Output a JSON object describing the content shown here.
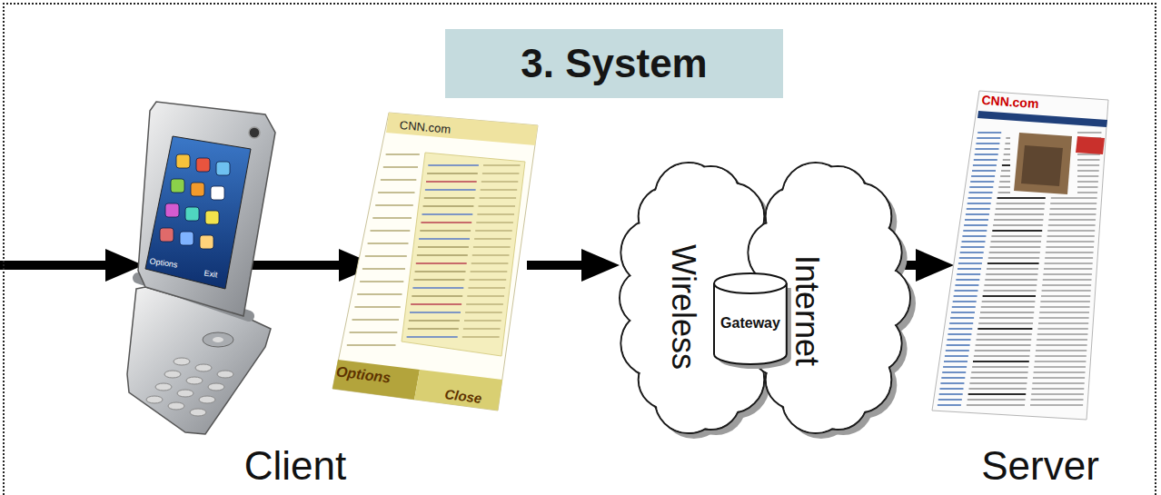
{
  "diagram": {
    "title": "3. System",
    "nodes": [
      {
        "text": [
          "Options",
          "Exit",
          "Client"
        ]
      },
      {
        "text": [
          "CNN.com",
          "Options",
          "Close"
        ]
      },
      {
        "text": [
          "Wireless"
        ]
      },
      {
        "text": [
          "Gateway"
        ]
      },
      {
        "text": [
          "Internet"
        ]
      },
      {
        "text": [
          "CNN.com",
          "Server"
        ]
      }
    ],
    "edges": [
      {
        "from": 0,
        "to": 1,
        "arrow": "to"
      },
      {
        "from": 1,
        "to": 2,
        "arrow": "to"
      },
      {
        "from": 4,
        "to": 5,
        "arrow": "to"
      }
    ]
  }
}
